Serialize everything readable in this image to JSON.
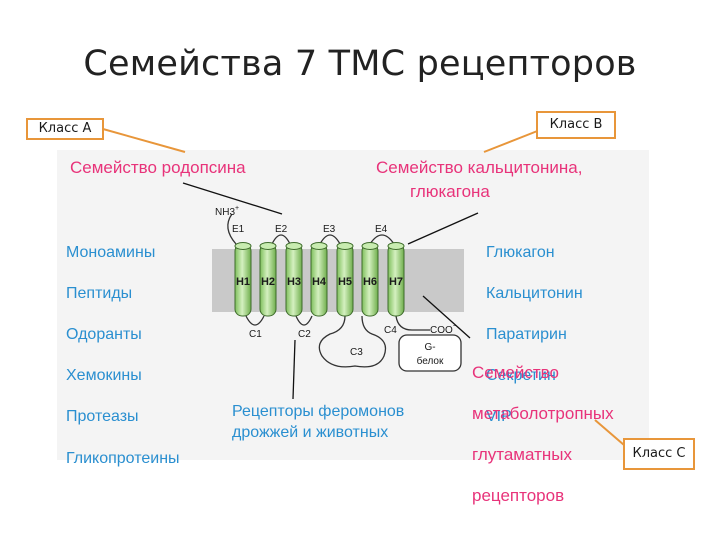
{
  "slide": {
    "title": "Семейства 7 ТМС рецепторов"
  },
  "class_labels": {
    "a": "Класс А",
    "b": "Класс В",
    "c": "Класс С"
  },
  "families": {
    "rhodopsin": {
      "title": "Семейство родопсина",
      "items": [
        "Моноамины",
        "Пептиды",
        "Одоранты",
        "Хемокины",
        "Протеазы",
        "Гликопротеины"
      ]
    },
    "calcitonin": {
      "title_line1": "Семейство кальцитонина,",
      "title_line2": "глюкагона",
      "items": [
        "Глюкагон",
        "Кальцитонин",
        "Паратирин",
        "Секретин",
        "VIP"
      ]
    },
    "metabotropic": {
      "lines": [
        "Семейство",
        "метаболотропных",
        "глутаматных",
        "рецепторов"
      ]
    },
    "pheromone": {
      "line1": "Рецепторы феромонов",
      "line2": "дрожжей и животных"
    }
  },
  "receptor": {
    "nh3": "NH3",
    "nh3_sup": "+",
    "coo": "COO",
    "coo_sup": "−",
    "extracellular_loops": [
      "E1",
      "E2",
      "E3",
      "E4"
    ],
    "helices": [
      "H1",
      "H2",
      "H3",
      "H4",
      "H5",
      "H6",
      "H7"
    ],
    "intracellular_loops": [
      "C1",
      "C2",
      "C3",
      "C4"
    ],
    "g_protein_line1": "G-",
    "g_protein_line2": "белок"
  },
  "colors": {
    "accent_orange": "#e8963a",
    "pink_text": "#e8337a",
    "blue_text": "#2a8fd0",
    "membrane_gray": "#c8c8c8",
    "helix_green": "#a9d88a"
  }
}
